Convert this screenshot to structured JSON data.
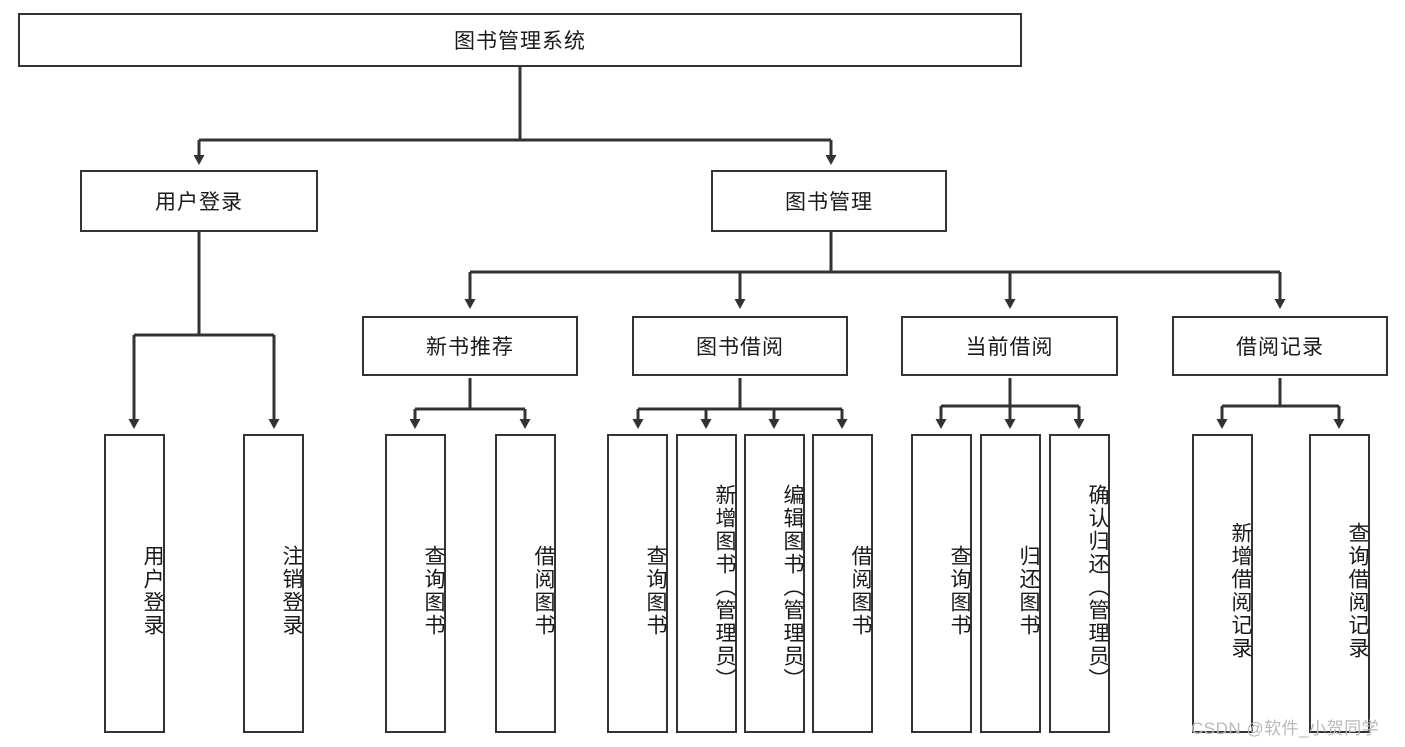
{
  "diagram": {
    "title": "图书管理系统",
    "type": "hierarchy-tree",
    "watermark": "CSDN @软件_小贺同学",
    "colors": {
      "box_border": "#333333",
      "box_fill": "#ffffff",
      "edge": "#333333",
      "text": "#1a1a1a",
      "watermark": "#b9b9b9"
    },
    "levels": {
      "root": {
        "label": "图书管理系统"
      },
      "level2": [
        {
          "label": "用户登录"
        },
        {
          "label": "图书管理"
        }
      ],
      "level3": [
        {
          "label": "新书推荐"
        },
        {
          "label": "图书借阅"
        },
        {
          "label": "当前借阅"
        },
        {
          "label": "借阅记录"
        }
      ],
      "leaves": {
        "user_login": [
          {
            "label": "用户登录"
          },
          {
            "label": "注销登录"
          }
        ],
        "new_book_recommend": [
          {
            "label": "查询图书"
          },
          {
            "label": "借阅图书"
          }
        ],
        "book_borrow": [
          {
            "label": "查询图书"
          },
          {
            "label": "新增图书（管理员）"
          },
          {
            "label": "编辑图书（管理员）"
          },
          {
            "label": "借阅图书"
          }
        ],
        "current_borrow": [
          {
            "label": "查询图书"
          },
          {
            "label": "归还图书"
          },
          {
            "label": "确认归还（管理员）"
          }
        ],
        "borrow_record": [
          {
            "label": "新增借阅记录"
          },
          {
            "label": "查询借阅记录"
          }
        ]
      }
    }
  }
}
